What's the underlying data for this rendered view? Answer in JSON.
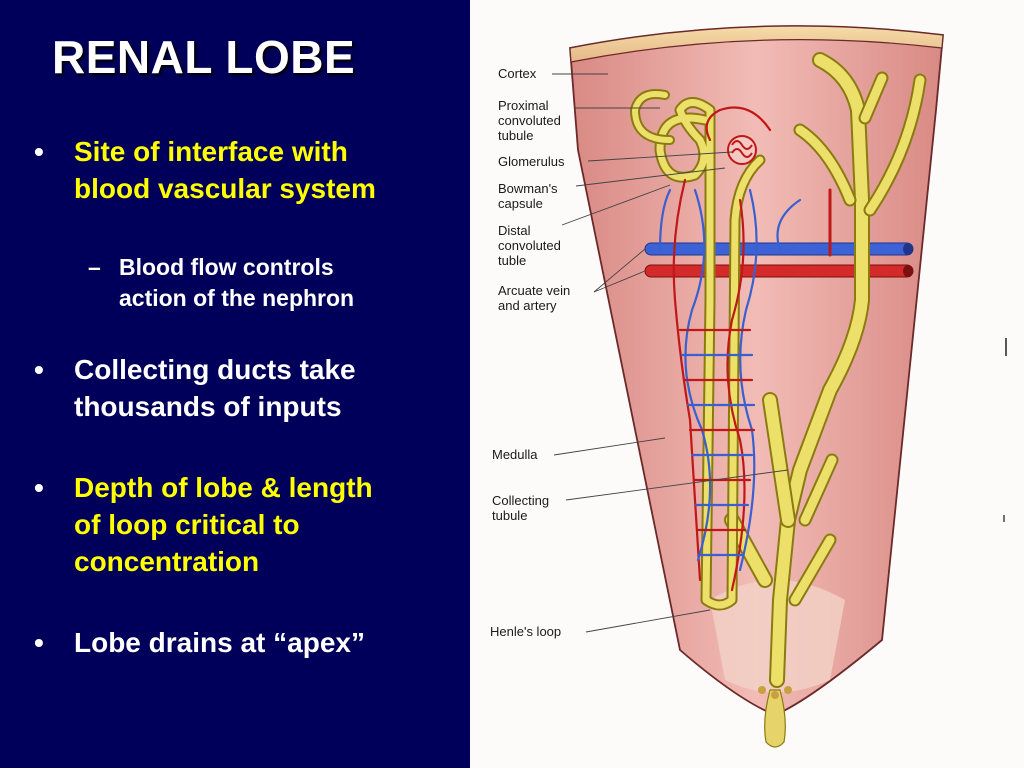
{
  "slide": {
    "title": "RENAL LOBE",
    "colors": {
      "background": "#00005a",
      "emphasis": "#ffff00",
      "normal": "#ffffff"
    },
    "bullets": [
      {
        "marker": "•",
        "text": "Site of interface with blood vascular system",
        "color": "#ffff00"
      },
      {
        "marker": "•",
        "text": "Collecting ducts take thousands of inputs",
        "color": "#ffffff"
      },
      {
        "marker": "•",
        "text": "Depth of lobe & length of loop critical to concentration",
        "color": "#ffff00"
      },
      {
        "marker": "•",
        "text": "Lobe drains at “apex”",
        "color": "#ffffff"
      }
    ],
    "subbullet": {
      "marker": "–",
      "text": "Blood flow controls action of the nephron",
      "color": "#ffffff"
    }
  },
  "diagram": {
    "labels": {
      "cortex": "Cortex",
      "proximal_1": "Proximal",
      "proximal_2": "convoluted",
      "proximal_3": "tubule",
      "glomerulus": "Glomerulus",
      "bowman_1": "Bowman's",
      "bowman_2": "capsule",
      "distal_1": "Distal",
      "distal_2": "convoluted",
      "distal_3": "tuble",
      "arcuate_1": "Arcuate vein",
      "arcuate_2": "and artery",
      "medulla": "Medulla",
      "collecting_1": "Collecting",
      "collecting_2": "tubule",
      "henle": "Henle's loop"
    },
    "colors": {
      "tissue": "#e8a3a0",
      "tubule": "#e8e070",
      "artery": "#d42a2a",
      "vein": "#3a5fd0"
    }
  }
}
